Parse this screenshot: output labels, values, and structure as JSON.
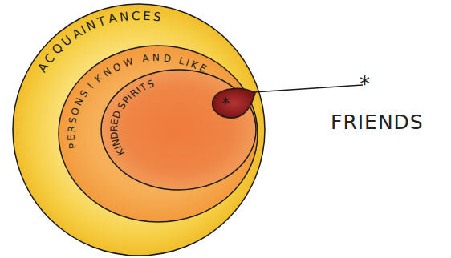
{
  "diagram": {
    "nodes": [
      {
        "text": [
          "ACQUAINTANCES"
        ]
      },
      {
        "text": [
          "PERSONS I KNOW AND LIKE"
        ],
        "in": 0
      },
      {
        "text": [
          "KINDRED SPIRITS"
        ],
        "in": 1
      },
      {
        "text": [
          "*"
        ],
        "in": 2
      }
    ],
    "labels": [
      "*",
      "FRIENDS"
    ]
  }
}
